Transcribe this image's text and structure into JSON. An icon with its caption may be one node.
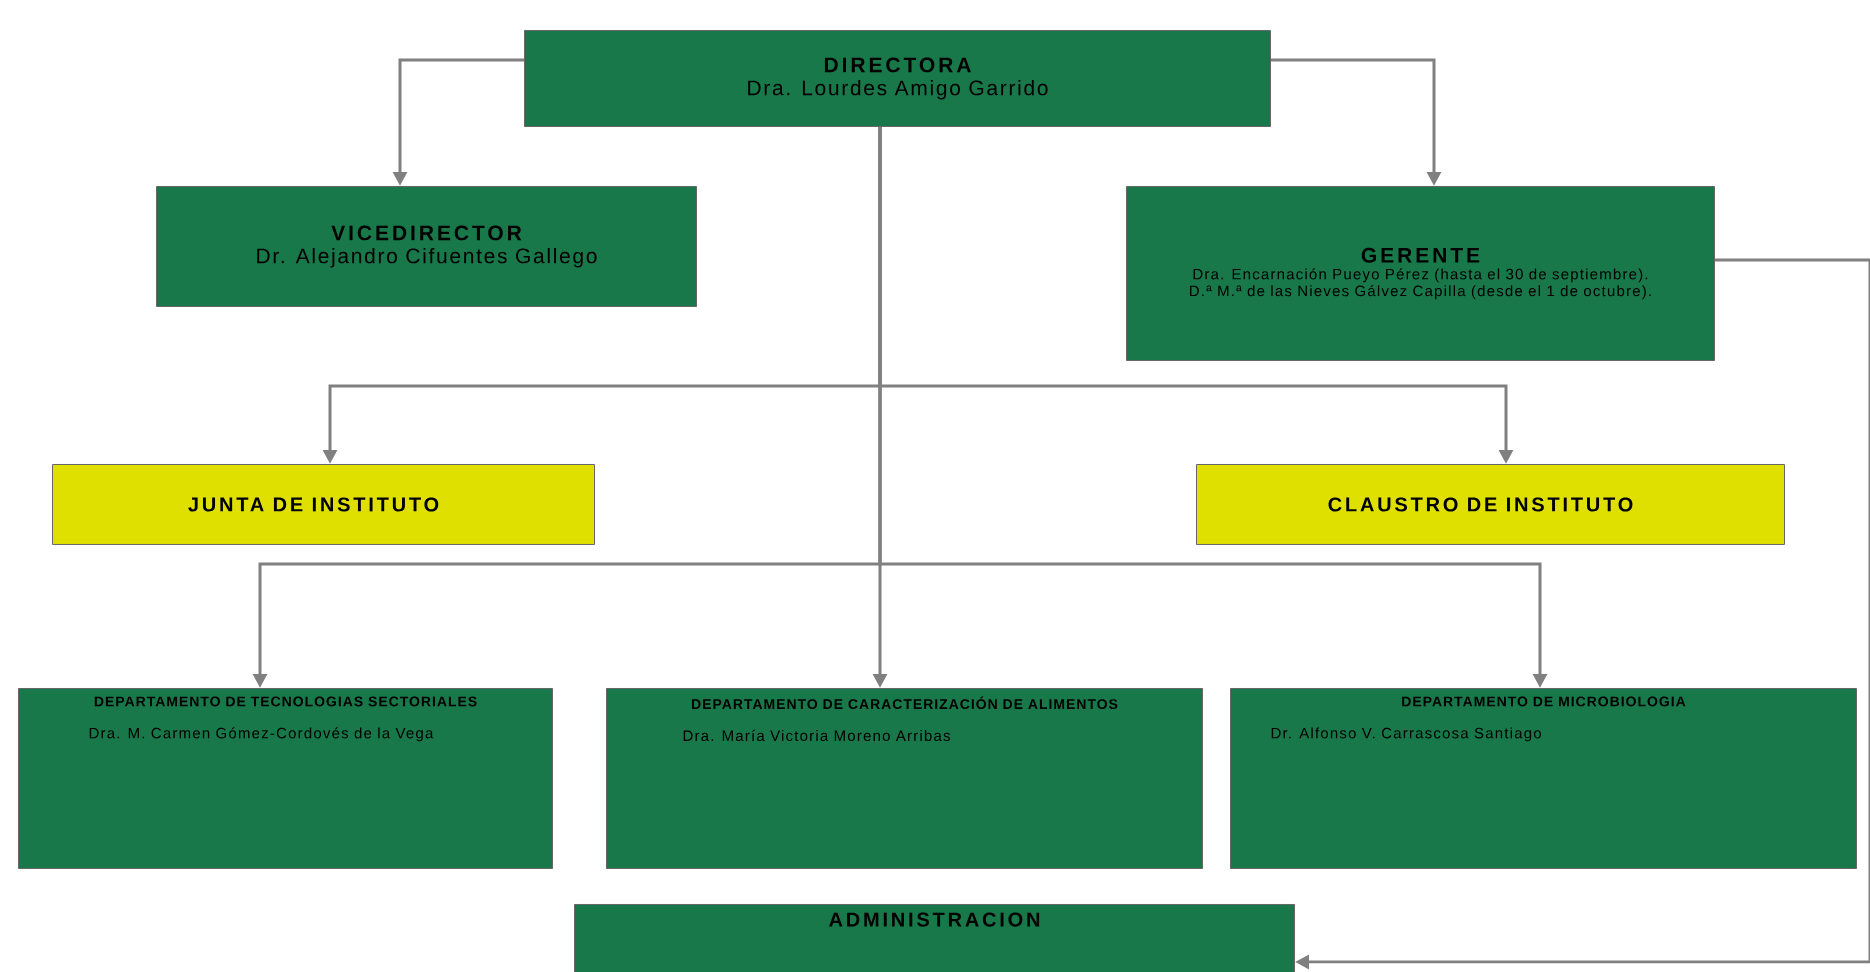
{
  "diagram": {
    "nodes": [
      {
        "text": [
          "DIRECTORA",
          "Dra. Lourdes Amigo Garrido"
        ]
      },
      {
        "text": [
          "VICEDIRECTOR",
          "Dr. Alejandro Cifuentes Gallego"
        ]
      },
      {
        "text": [
          "GERENTE",
          "Dra. Encarnación Pueyo Pérez (hasta el 30 de septiembre).",
          "D.ª M.ª de las Nieves Gálvez Capilla (desde el 1 de octubre)."
        ]
      },
      {
        "text": [
          "JUNTA DE INSTITUTO"
        ]
      },
      {
        "text": [
          "CLAUSTRO DE INSTITUTO"
        ]
      },
      {
        "text": [
          "DEPARTAMENTO DE TECNOLOGIAS SECTORIALES",
          "Dra. M. Carmen Gómez-Cordovés de la Vega"
        ]
      },
      {
        "text": [
          "DEPARTAMENTO DE CARACTERIZACIÓN DE ALIMENTOS",
          "Dra. María Victoria Moreno Arribas"
        ]
      },
      {
        "text": [
          "DEPARTAMENTO DE MICROBIOLOGIA",
          "Dr. Alfonso V. Carrascosa Santiago"
        ]
      },
      {
        "text": [
          "ADMINISTRACION"
        ]
      }
    ],
    "edges": [
      {
        "from": 0,
        "to": 1,
        "arrow": "to"
      },
      {
        "from": 0,
        "to": 2,
        "arrow": "to"
      },
      {
        "from": 0,
        "to": 3,
        "arrow": "to"
      },
      {
        "from": 0,
        "to": 4,
        "arrow": "to"
      },
      {
        "from": 0,
        "to": 5,
        "arrow": "to"
      },
      {
        "from": 0,
        "to": 6,
        "arrow": "to"
      },
      {
        "from": 0,
        "to": 7,
        "arrow": "to"
      },
      {
        "from": 2,
        "to": 8,
        "arrow": "to"
      }
    ]
  }
}
